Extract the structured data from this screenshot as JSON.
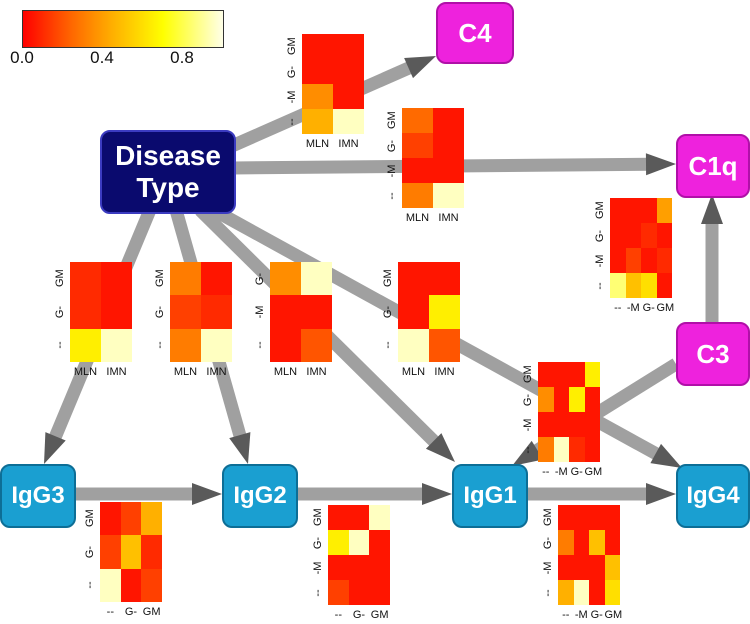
{
  "colors": {
    "disease_node": "#0a0a6e",
    "complement_node": "#ee22dd",
    "igg_node": "#1a9fd1",
    "edge": "#a0a0a0",
    "arrowhead": "#5a5a5a",
    "colormap": [
      "#ff0000",
      "#ff6a00",
      "#ffb000",
      "#ffff00",
      "#ffffe8"
    ]
  },
  "legend": {
    "ticks": [
      "0.0",
      "0.4",
      "0.8"
    ],
    "range": [
      0,
      1
    ]
  },
  "nodes": {
    "disease": {
      "label_line1": "Disease",
      "label_line2": "Type"
    },
    "c4": {
      "label": "C4"
    },
    "c1q": {
      "label": "C1q"
    },
    "c3": {
      "label": "C3"
    },
    "igg3": {
      "label": "IgG3"
    },
    "igg2": {
      "label": "IgG2"
    },
    "igg1": {
      "label": "IgG1"
    },
    "igg4": {
      "label": "IgG4"
    }
  },
  "heatmaps": [
    {
      "id": "disease-c4",
      "rows": [
        "GM",
        "G-",
        "-M",
        "--"
      ],
      "cols": [
        "MLN",
        "IMN"
      ],
      "values": [
        [
          0.05,
          0.05
        ],
        [
          0.05,
          0.05
        ],
        [
          0.35,
          0.05
        ],
        [
          0.45,
          0.95
        ]
      ]
    },
    {
      "id": "disease-c1q",
      "rows": [
        "GM",
        "G-",
        "-M",
        "--"
      ],
      "cols": [
        "MLN",
        "IMN"
      ],
      "values": [
        [
          0.25,
          0.05
        ],
        [
          0.15,
          0.05
        ],
        [
          0.05,
          0.05
        ],
        [
          0.3,
          0.95
        ]
      ]
    },
    {
      "id": "disease-igg3",
      "rows": [
        "GM",
        "G-",
        "--"
      ],
      "cols": [
        "MLN",
        "IMN"
      ],
      "values": [
        [
          0.1,
          0.05
        ],
        [
          0.1,
          0.05
        ],
        [
          0.65,
          0.95
        ]
      ]
    },
    {
      "id": "disease-igg2",
      "rows": [
        "GM",
        "G-",
        "--"
      ],
      "cols": [
        "MLN",
        "IMN"
      ],
      "values": [
        [
          0.3,
          0.05
        ],
        [
          0.15,
          0.1
        ],
        [
          0.3,
          0.95
        ]
      ]
    },
    {
      "id": "disease-igg1",
      "rows": [
        "G-",
        "-M",
        "--"
      ],
      "cols": [
        "MLN",
        "IMN"
      ],
      "values": [
        [
          0.35,
          0.95
        ],
        [
          0.05,
          0.05
        ],
        [
          0.05,
          0.2
        ]
      ]
    },
    {
      "id": "disease-igg4",
      "rows": [
        "GM",
        "G-",
        "--"
      ],
      "cols": [
        "MLN",
        "IMN"
      ],
      "values": [
        [
          0.05,
          0.05
        ],
        [
          0.05,
          0.65
        ],
        [
          0.95,
          0.2
        ]
      ]
    },
    {
      "id": "c3-c1q",
      "rows": [
        "GM",
        "G-",
        "-M",
        "--"
      ],
      "cols": [
        "--",
        "-M",
        "G-",
        "GM"
      ],
      "values": [
        [
          0.05,
          0.05,
          0.05,
          0.4
        ],
        [
          0.05,
          0.05,
          0.1,
          0.05
        ],
        [
          0.05,
          0.15,
          0.05,
          0.1
        ],
        [
          0.85,
          0.5,
          0.6,
          0.05
        ]
      ]
    },
    {
      "id": "c3-igg1",
      "rows": [
        "GM",
        "G-",
        "-M",
        "--"
      ],
      "cols": [
        "--",
        "-M",
        "G-",
        "GM"
      ],
      "values": [
        [
          0.05,
          0.05,
          0.05,
          0.65
        ],
        [
          0.35,
          0.05,
          0.65,
          0.05
        ],
        [
          0.05,
          0.05,
          0.05,
          0.05
        ],
        [
          0.3,
          0.95,
          0.1,
          0.05
        ]
      ]
    },
    {
      "id": "igg3-igg2",
      "rows": [
        "GM",
        "G-",
        "--"
      ],
      "cols": [
        "--",
        "G-",
        "GM"
      ],
      "values": [
        [
          0.05,
          0.15,
          0.45
        ],
        [
          0.15,
          0.5,
          0.1
        ],
        [
          0.95,
          0.05,
          0.15
        ]
      ]
    },
    {
      "id": "igg2-igg1",
      "rows": [
        "GM",
        "G-",
        "-M",
        "--"
      ],
      "cols": [
        "--",
        "G-",
        "GM"
      ],
      "values": [
        [
          0.05,
          0.05,
          0.95
        ],
        [
          0.65,
          0.95,
          0.05
        ],
        [
          0.05,
          0.05,
          0.05
        ],
        [
          0.15,
          0.05,
          0.05
        ]
      ]
    },
    {
      "id": "igg1-igg4",
      "rows": [
        "GM",
        "G-",
        "-M",
        "--"
      ],
      "cols": [
        "--",
        "-M",
        "G-",
        "GM"
      ],
      "values": [
        [
          0.05,
          0.05,
          0.05,
          0.05
        ],
        [
          0.3,
          0.05,
          0.5,
          0.05
        ],
        [
          0.05,
          0.05,
          0.05,
          0.5
        ],
        [
          0.45,
          0.95,
          0.05,
          0.6
        ]
      ]
    }
  ]
}
